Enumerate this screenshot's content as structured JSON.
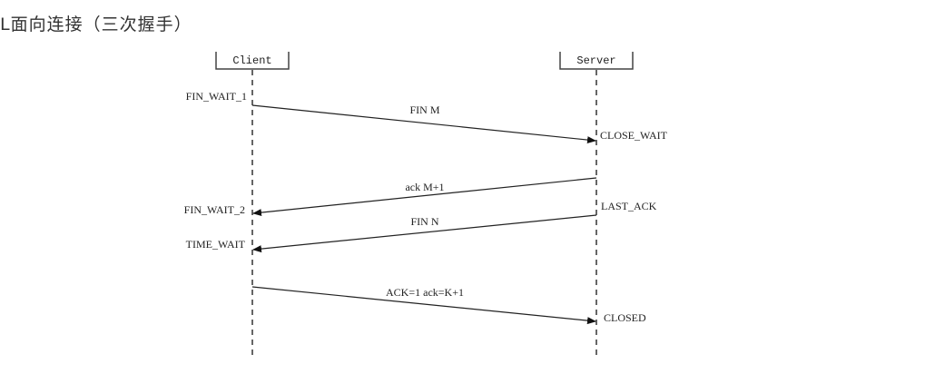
{
  "heading": "L面向连接（三次握手）",
  "diagram": {
    "participants": {
      "client": "Client",
      "server": "Server"
    },
    "client_states": [
      "FIN_WAIT_1",
      "FIN_WAIT_2",
      "TIME_WAIT"
    ],
    "server_states": [
      "CLOSE_WAIT",
      "LAST_ACK",
      "CLOSED"
    ],
    "messages": [
      {
        "label": "FIN M",
        "from": "client",
        "to": "server"
      },
      {
        "label": "ack M+1",
        "from": "server",
        "to": "client"
      },
      {
        "label": "FIN N",
        "from": "server",
        "to": "client"
      },
      {
        "label": "ACK=1 ack=K+1",
        "from": "client",
        "to": "server"
      }
    ]
  }
}
